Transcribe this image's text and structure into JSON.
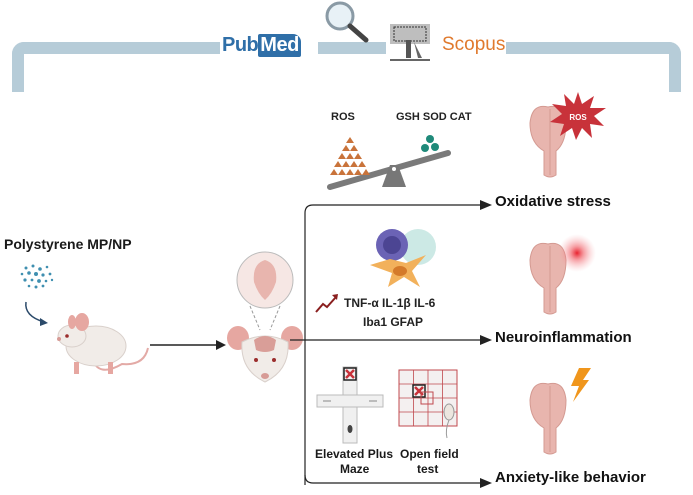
{
  "header": {
    "databases": [
      {
        "name": "PubMed",
        "part1": "Pub",
        "part2": "Med",
        "color": "#2f6fa8"
      },
      {
        "name": "Scopus",
        "color": "#e07a2e"
      }
    ],
    "icons": [
      "magnifying-glass-icon",
      "elsevier-tree-logo"
    ]
  },
  "exposure": {
    "label": "Polystyrene MP/NP",
    "particle_color": "#3f8fb0"
  },
  "oxidative": {
    "ros_label": "ROS",
    "antioxidants_label": "GSH  SOD  CAT",
    "ros_color": "#c9733a",
    "antioxidant_color": "#1f8a7a",
    "burst_label": "ROS",
    "outcome": "Oxidative stress"
  },
  "inflammation": {
    "markers_line1": "TNF-α  IL-1β  IL-6",
    "markers_line2": "Iba1  GFAP",
    "outcome": "Neuroinflammation"
  },
  "anxiety": {
    "test1_line1": "Elevated Plus",
    "test1_line2": "Maze",
    "test2_line1": "Open field",
    "test2_line2": "test",
    "outcome": "Anxiety-like behavior"
  },
  "colors": {
    "bracket": "#b6ccd8",
    "brain": "#e8b5ae",
    "burst": "#c8323a",
    "lightning": "#f0961c",
    "arrow": "#222222"
  }
}
